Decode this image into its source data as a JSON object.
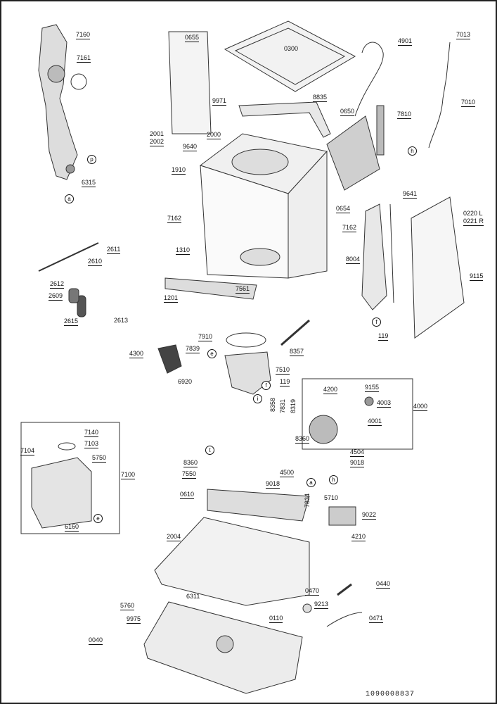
{
  "diagram": {
    "part_number": "1090008837",
    "labels": [
      "7160",
      "7161",
      "6315",
      "0655",
      "0300",
      "4901",
      "7013",
      "8835",
      "9971",
      "7810",
      "7010",
      "0650",
      "2001",
      "2002",
      "2000",
      "9640",
      "1910",
      "7162",
      "1310",
      "0654",
      "9641",
      "0220 L",
      "0221 R",
      "7162",
      "8004",
      "2611",
      "2610",
      "2612",
      "2609",
      "2615",
      "2613",
      "7561",
      "1201",
      "9115",
      "119",
      "7910",
      "4300",
      "7839",
      "8357",
      "7510",
      "6920",
      "119",
      "4200",
      "9155",
      "8358",
      "7831",
      "8319",
      "4003",
      "4000",
      "4001",
      "7140",
      "7103",
      "7104",
      "5750",
      "7100",
      "6160",
      "8360",
      "4504",
      "8360",
      "4500",
      "9018",
      "7550",
      "9018",
      "0610",
      "7834",
      "5710",
      "9022",
      "4210",
      "2004",
      "0470",
      "0440",
      "5760",
      "9213",
      "9975",
      "0110",
      "0471",
      "0040",
      "6311"
    ],
    "callouts": [
      "p",
      "a",
      "e",
      "f",
      "i",
      "t",
      "a",
      "h",
      "e",
      "f",
      "h"
    ]
  }
}
